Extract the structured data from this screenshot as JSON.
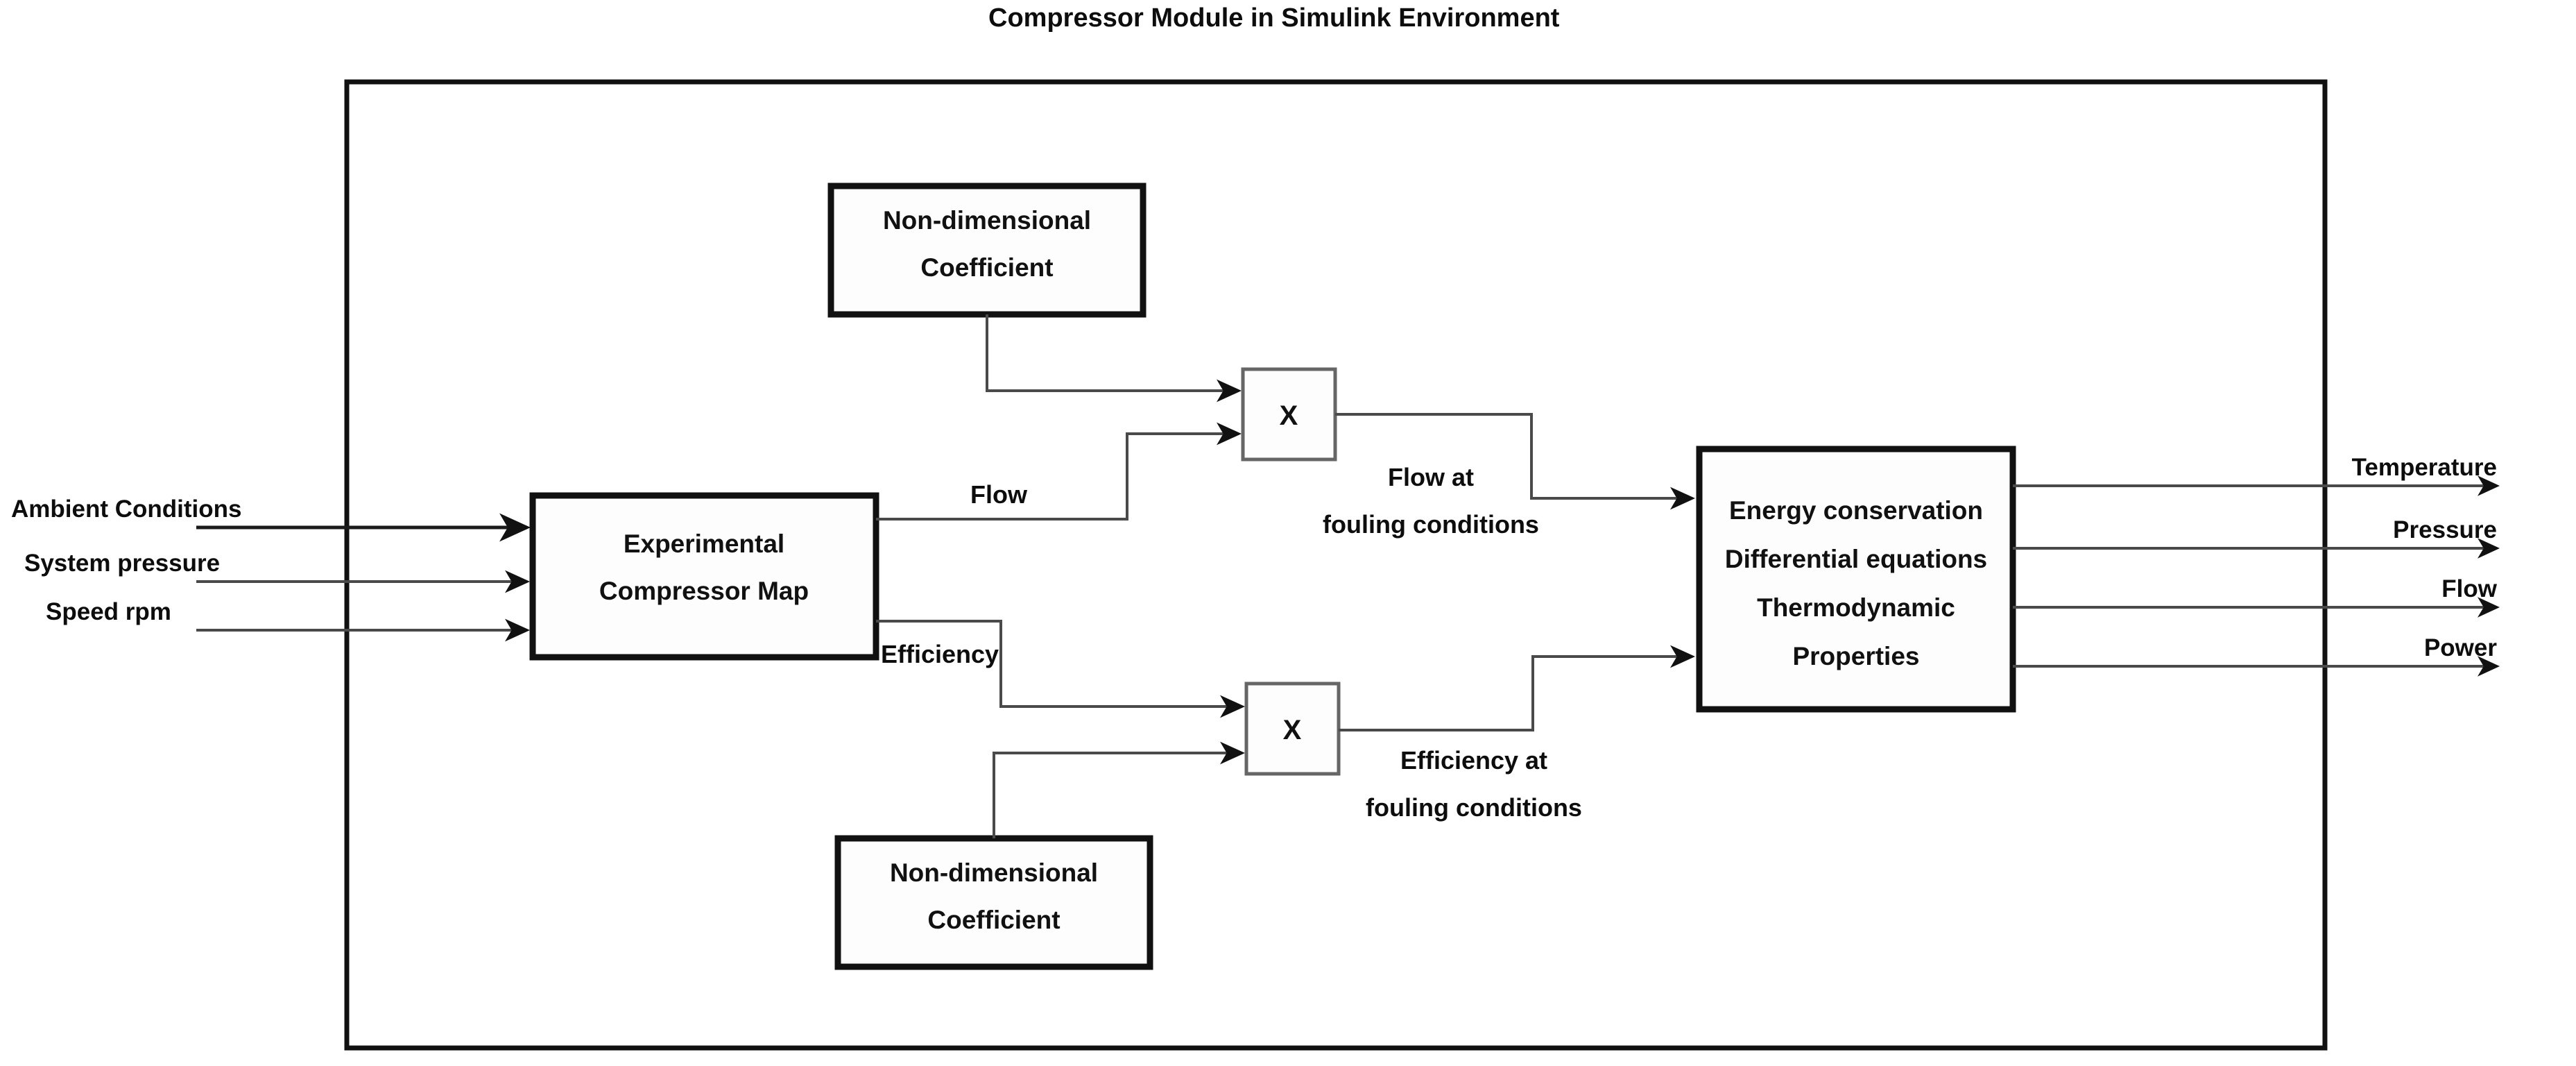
{
  "title": "Compressor Module in Simulink Environment",
  "inputs": [
    {
      "label": "Ambient Conditions"
    },
    {
      "label": "System pressure"
    },
    {
      "label": "Speed rpm"
    }
  ],
  "blocks": {
    "compressor_map": {
      "line1": "Experimental",
      "line2": "Compressor Map"
    },
    "coeff_top": {
      "line1": "Non-dimensional",
      "line2": "Coefficient"
    },
    "coeff_bottom": {
      "line1": "Non-dimensional",
      "line2": "Coefficient"
    },
    "multiplier_top": {
      "symbol": "X"
    },
    "multiplier_bottom": {
      "symbol": "X"
    },
    "energy": {
      "line1": "Energy conservation",
      "line2": "Differential equations",
      "line3": "Thermodynamic",
      "line4": "Properties"
    }
  },
  "signals": {
    "flow": "Flow",
    "efficiency": "Efficiency",
    "flow_fouling_l1": "Flow at",
    "flow_fouling_l2": "fouling conditions",
    "eff_fouling_l1": "Efficiency at",
    "eff_fouling_l2": "fouling conditions"
  },
  "outputs": [
    {
      "label": "Temperature"
    },
    {
      "label": "Pressure"
    },
    {
      "label": "Flow"
    },
    {
      "label": "Power"
    }
  ],
  "colors": {
    "background": "#ffffff",
    "text": "#0d0d0d",
    "frame_stroke": "#111111",
    "block_stroke": "#111111",
    "multiplier_stroke": "#666666",
    "wire": "#4a4a4a"
  }
}
